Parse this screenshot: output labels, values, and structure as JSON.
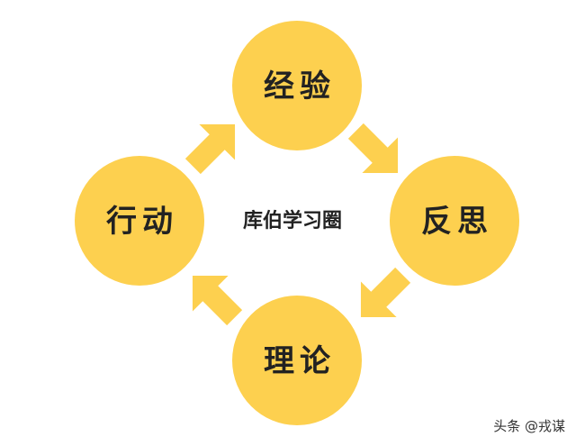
{
  "diagram": {
    "title": "库伯学习圈",
    "nodes": [
      {
        "id": "experience",
        "label": "经验"
      },
      {
        "id": "reflection",
        "label": "反思"
      },
      {
        "id": "theory",
        "label": "理论"
      },
      {
        "id": "action",
        "label": "行动"
      }
    ],
    "edges": [
      {
        "from": "experience",
        "to": "reflection"
      },
      {
        "from": "reflection",
        "to": "theory"
      },
      {
        "from": "theory",
        "to": "action"
      },
      {
        "from": "action",
        "to": "experience"
      }
    ],
    "colors": {
      "node": "#FDD04F",
      "arrow": "#FDD04F",
      "text": "#222222"
    }
  },
  "watermark": "头条 @戎谋"
}
